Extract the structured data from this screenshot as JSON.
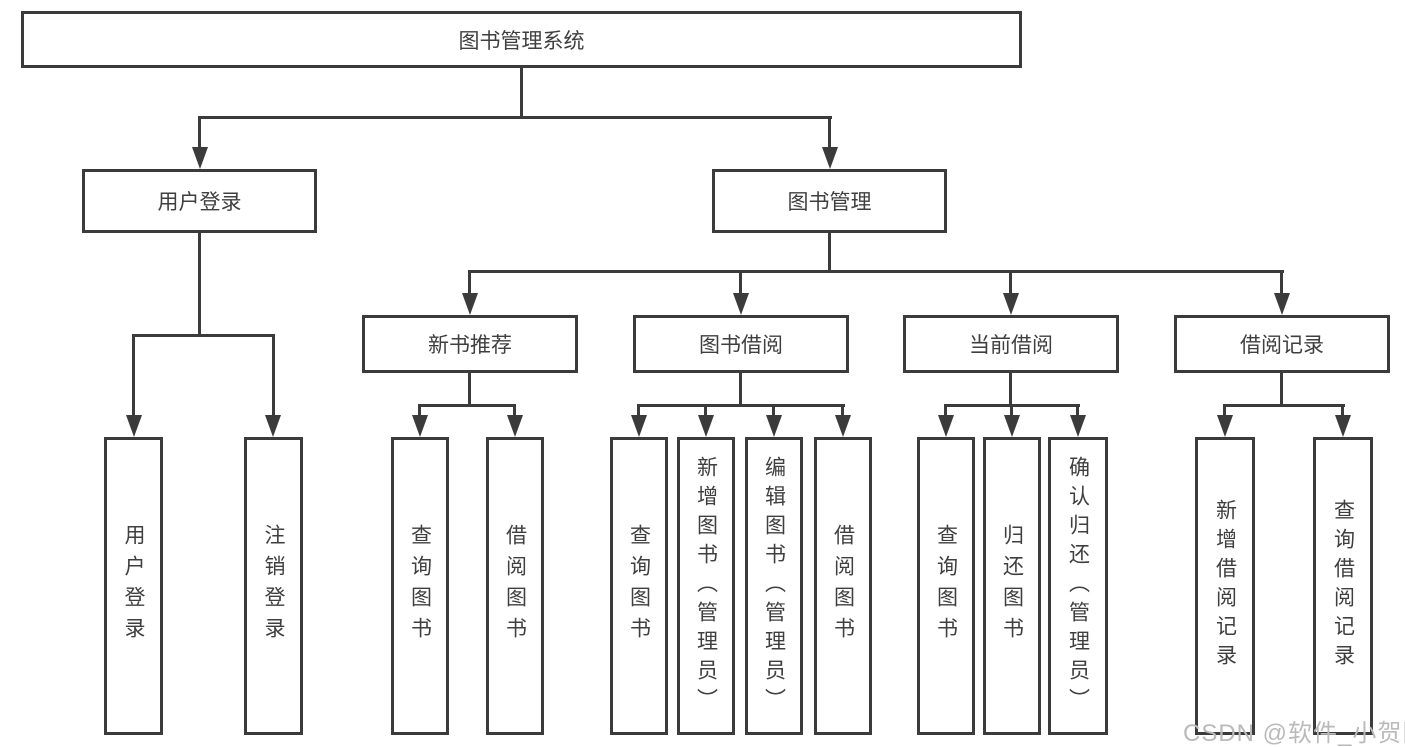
{
  "tree": {
    "root": "图书管理系统",
    "level2": [
      "用户登录",
      "图书管理"
    ],
    "level3": [
      "新书推荐",
      "图书借阅",
      "当前借阅",
      "借阅记录"
    ],
    "leaves": {
      "login": [
        "用户登录",
        "注销登录"
      ],
      "recommend": [
        "查询图书",
        "借阅图书"
      ],
      "borrow": [
        "查询图书",
        "新增图书（管理员）",
        "编辑图书（管理员）",
        "借阅图书"
      ],
      "current": [
        "查询图书",
        "归还图书",
        "确认归还（管理员）"
      ],
      "records": [
        "新增借阅记录",
        "查询借阅记录"
      ]
    }
  },
  "watermark": {
    "text": "CSDN @软件_小贺同学"
  },
  "colors": {
    "line": "#3b3b3b",
    "text": "#3f3f3f",
    "box_background": "#ffffff",
    "page_background": "#ffffff",
    "watermark": "#bababa"
  }
}
